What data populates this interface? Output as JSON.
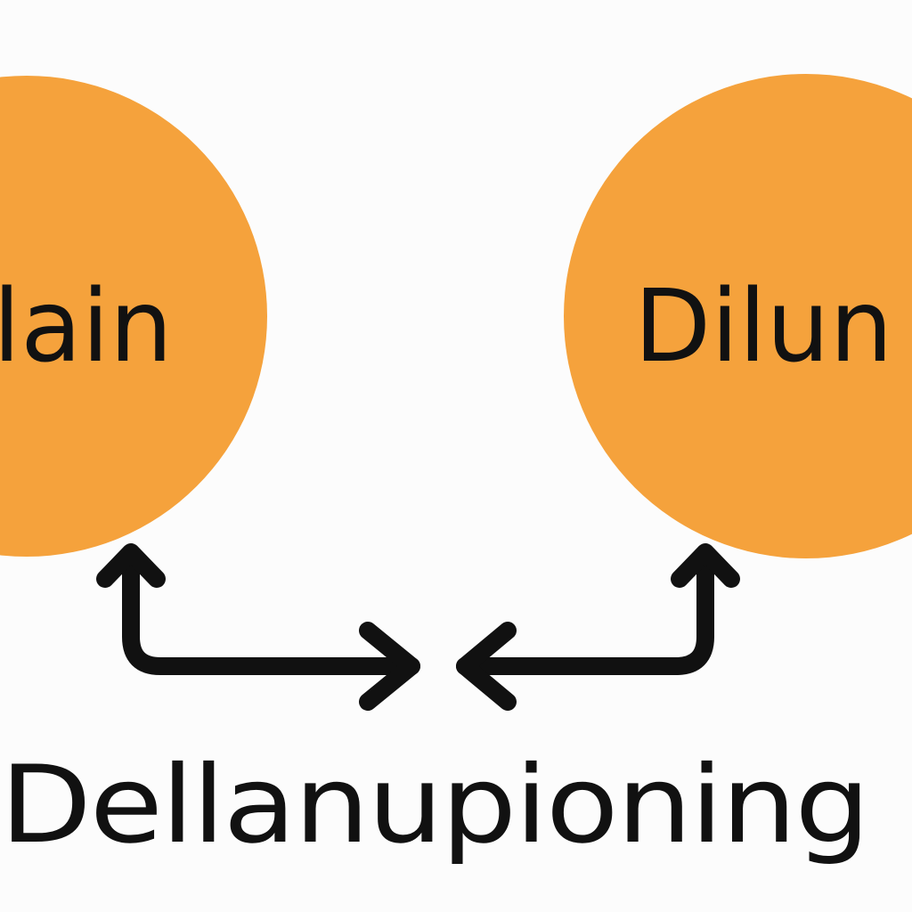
{
  "nodes": [
    {
      "id": "left",
      "label": "lain"
    },
    {
      "id": "right",
      "label": "Dilun"
    }
  ],
  "caption": "Dellanupioning",
  "colors": {
    "background": "#fcfcfc",
    "node_fill": "#f5a23c",
    "ink": "#111111"
  },
  "connector": {
    "from": "left",
    "to": "right",
    "style": "two arrows converging toward the center"
  }
}
